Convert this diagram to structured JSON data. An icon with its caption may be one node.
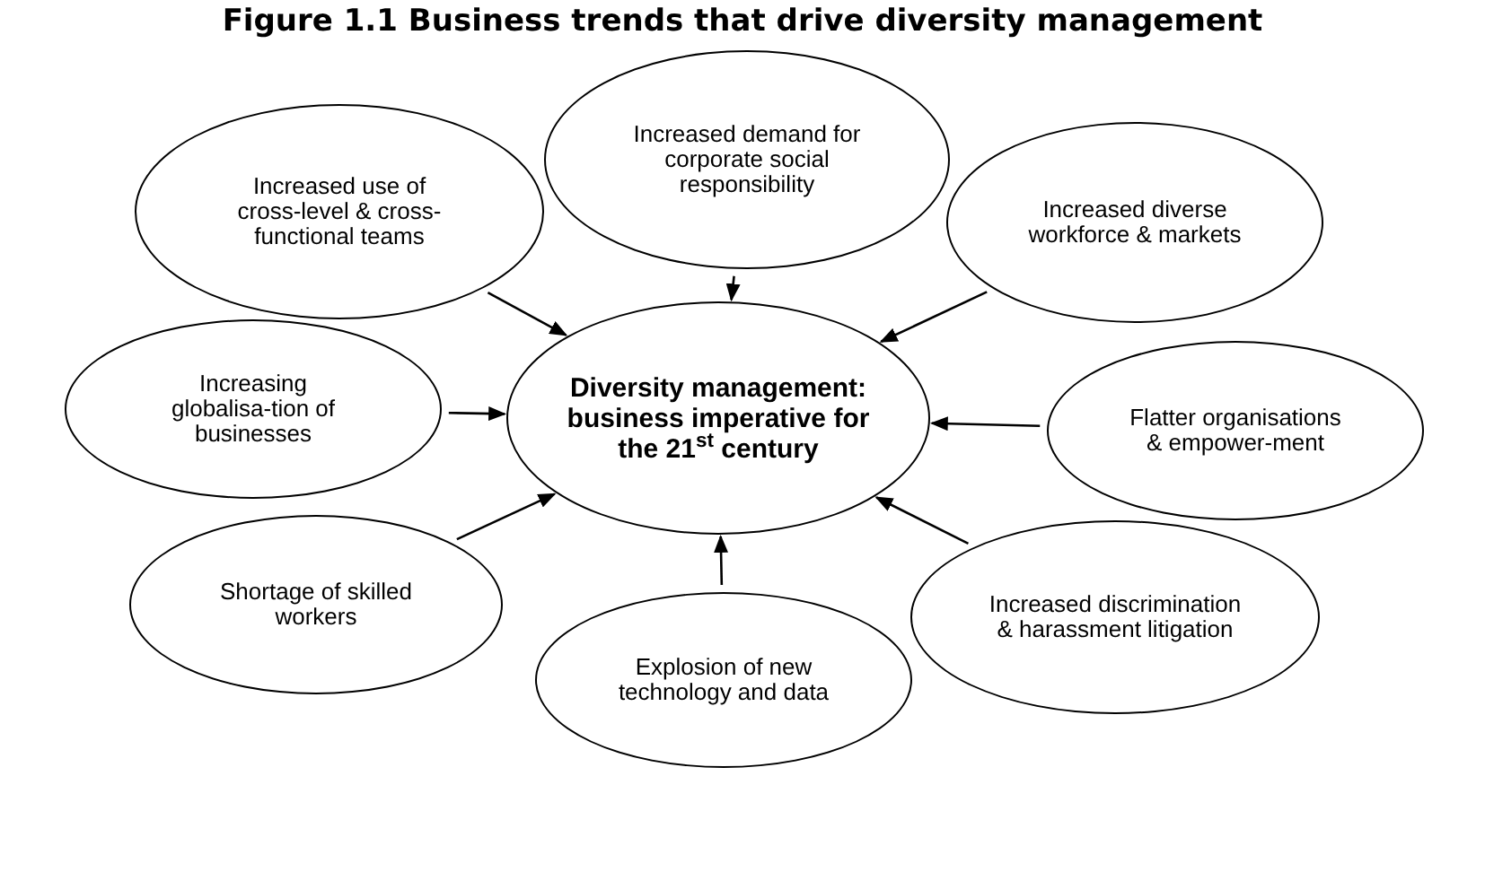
{
  "diagram": {
    "title": "Figure 1.1 Business trends that drive diversity management",
    "nodes": [
      {
        "text": [
          "Increased use of cross-level & cross-functional teams"
        ]
      },
      {
        "text": [
          "Increased demand for corporate social responsibility"
        ]
      },
      {
        "text": [
          "Increased diverse workforce & markets"
        ]
      },
      {
        "text": [
          "Increasing globalisa-tion of businesses"
        ]
      },
      {
        "text": [
          "Diversity management: business imperative for the 21$^{st}$ century"
        ]
      },
      {
        "text": [
          "Flatter organisations & empower-ment"
        ]
      },
      {
        "text": [
          "Shortage of skilled workers"
        ]
      },
      {
        "text": [
          "Increased discrimination & harassment litigation"
        ]
      },
      {
        "text": [
          "Explosion of new technology and data"
        ]
      }
    ],
    "edges": [
      {
        "from": 0,
        "to": 4,
        "arrow": "to"
      },
      {
        "from": 1,
        "to": 4,
        "arrow": "to"
      },
      {
        "from": 2,
        "to": 4,
        "arrow": "to"
      },
      {
        "from": 3,
        "to": 4,
        "arrow": "to"
      },
      {
        "from": 5,
        "to": 4,
        "arrow": "to"
      },
      {
        "from": 6,
        "to": 4,
        "arrow": "to"
      },
      {
        "from": 7,
        "to": 4,
        "arrow": "to"
      },
      {
        "from": 8,
        "to": 4,
        "arrow": "to"
      }
    ]
  }
}
